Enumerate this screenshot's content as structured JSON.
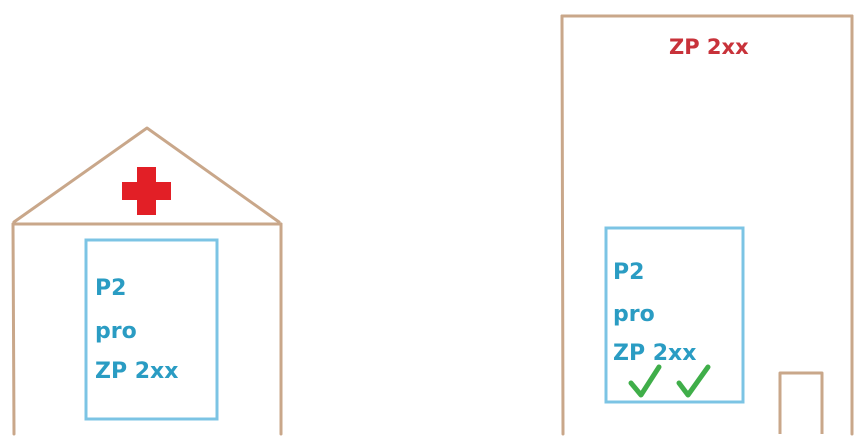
{
  "clinic": {
    "document": {
      "lines": [
        "P2",
        "pro",
        "ZP 2xx"
      ]
    }
  },
  "office": {
    "label": "ZP 2xx",
    "document": {
      "lines": [
        "P2",
        "pro",
        "ZP 2xx"
      ],
      "check_count": 2
    }
  },
  "colors": {
    "wall_outline": "#c9a78a",
    "document_outline": "#7cc4e4",
    "document_text": "#2a9cc3",
    "cross": "#e21f26",
    "office_label": "#c8323a",
    "check": "#3fae49"
  }
}
